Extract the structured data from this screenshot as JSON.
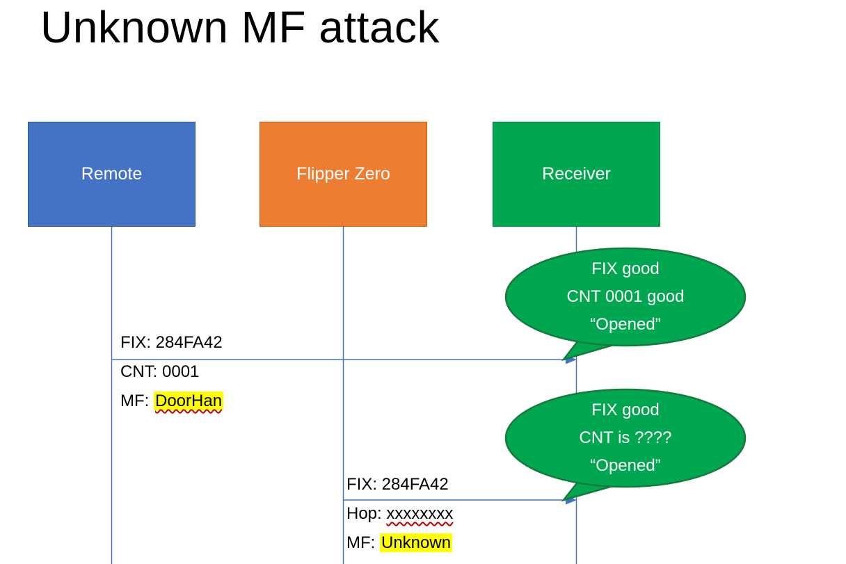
{
  "title": "Unknown MF attack",
  "actors": [
    {
      "label": "Remote",
      "color": "#4472C4"
    },
    {
      "label": "Flipper Zero",
      "color": "#ED7D31"
    },
    {
      "label": "Receiver",
      "color": "#00A750"
    }
  ],
  "message1": {
    "line1": "FIX: 284FA42",
    "line2": "CNT: 0001",
    "line3_prefix": "MF: ",
    "line3_highlight": "DoorHan"
  },
  "message2": {
    "line1": "FIX: 284FA42",
    "line2_prefix": "Hop: ",
    "line2_misspelled": "xxxxxxxx",
    "line3_prefix": "MF: ",
    "line3_highlight": "Unknown"
  },
  "callout1": {
    "line1": "FIX good",
    "line2": "CNT 0001 good",
    "line3": "“Opened”"
  },
  "callout2": {
    "line1": "FIX good",
    "line2": "CNT is ????",
    "line3": "“Opened”"
  },
  "colors": {
    "remote_box": "#4472C4",
    "flipper_box": "#ED7D31",
    "receiver_box": "#00A750",
    "callout_fill": "#00A750",
    "callout_border": "#157A3E",
    "connector_line": "#4472C4",
    "highlight": "#FFFF00",
    "squiggle": "#C00000"
  }
}
